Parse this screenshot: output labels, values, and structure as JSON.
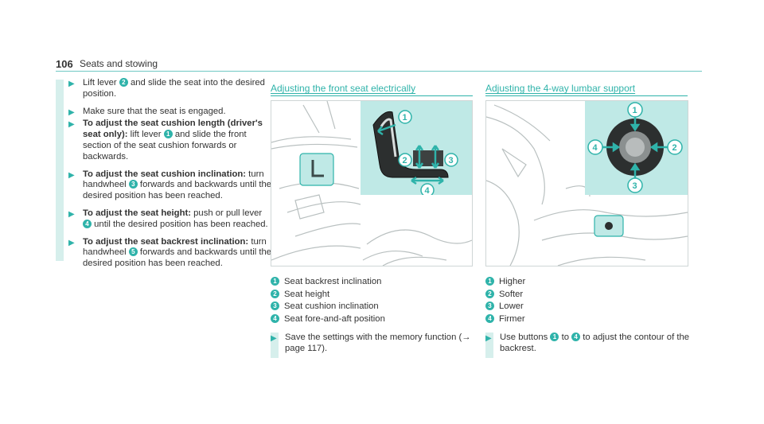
{
  "header": {
    "page_number": "106",
    "section": "Seats and stowing"
  },
  "column1": {
    "steps": [
      {
        "bold": "",
        "parts": [
          "Lift lever ",
          "2",
          " and slide the seat into the desired position."
        ]
      },
      {
        "bold": "",
        "parts": [
          "Make sure that the seat is engaged."
        ]
      },
      {
        "bold": "To adjust the seat cushion length (driver's seat only):",
        "parts": [
          " lift lever ",
          "1",
          " and slide the front section of the seat cushion forwards or backwards."
        ]
      },
      {
        "bold": "To adjust the seat cushion inclination:",
        "parts": [
          " turn handwheel ",
          "3",
          " forwards and backwards until the desired position has been reached."
        ]
      },
      {
        "bold": "To adjust the seat height:",
        "parts": [
          " push or pull lever ",
          "4",
          " until the desired position has been reached."
        ]
      },
      {
        "bold": "To adjust the seat backrest inclination:",
        "parts": [
          " turn handwheel ",
          "5",
          " forwards and backwards until the desired position has been reached."
        ]
      }
    ]
  },
  "front_seat": {
    "title": "Adjusting the front seat electrically",
    "legend": [
      {
        "n": "1",
        "text": "Seat backrest inclination"
      },
      {
        "n": "2",
        "text": "Seat height"
      },
      {
        "n": "3",
        "text": "Seat cushion inclination"
      },
      {
        "n": "4",
        "text": "Seat fore-and-aft position"
      }
    ],
    "tip": "Save the settings with the memory function (→ page 117)."
  },
  "lumbar": {
    "title": "Adjusting the 4-way lumbar support",
    "legend": [
      {
        "n": "1",
        "text": "Higher"
      },
      {
        "n": "2",
        "text": "Softer"
      },
      {
        "n": "3",
        "text": "Lower"
      },
      {
        "n": "4",
        "text": "Firmer"
      }
    ],
    "tip_parts": [
      "Use buttons ",
      "1",
      " to ",
      "4",
      " to adjust the contour of the backrest."
    ]
  },
  "colors": {
    "accent": "#2fb3aa",
    "panel": "#bfe9e6",
    "bar": "#d6efec"
  }
}
